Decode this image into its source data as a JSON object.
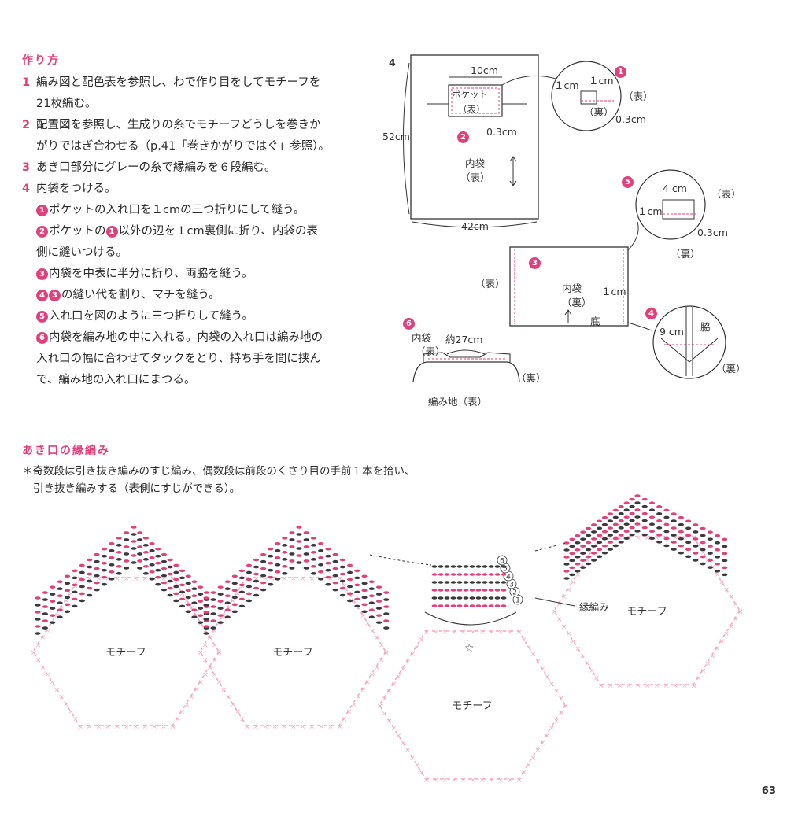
{
  "instructions": {
    "title": "作り方",
    "steps": [
      {
        "num": "1",
        "text": "編み図と配色表を参照し、わで作り目をしてモチーフを",
        "text2": "21枚編む。"
      },
      {
        "num": "2",
        "text": "配置図を参照し、生成りの糸でモチーフどうしを巻きか",
        "text2": "がりではぎ合わせる（p.41「巻きかがりではぐ」参照）。"
      },
      {
        "num": "3",
        "text": "あき口部分にグレーの糸で縁編みを６段編む。"
      },
      {
        "num": "4",
        "text": "内袋をつける。"
      }
    ],
    "substeps": [
      {
        "badge": "1",
        "text": "ポケットの入れ口を１cmの三つ折りにして縫う。"
      },
      {
        "badge": "2",
        "pre": "ポケットの",
        "badge_inline": "1",
        "text": "以外の辺を１cm裏側に折り、内袋の表",
        "text2": "側に縫いつける。"
      },
      {
        "badge": "3",
        "text": "内袋を中表に半分に折り、両脇を縫う。"
      },
      {
        "badge": "4",
        "badge2": "3",
        "text": "の縫い代を割り、マチを縫う。"
      },
      {
        "badge": "5",
        "text": "入れ口を図のように三つ折りして縫う。"
      },
      {
        "badge": "6",
        "text": "内袋を編み地の中に入れる。内袋の入れ口は編み地の",
        "text2": "入れ口の幅に合わせてタックをとり、持ち手を間に挟ん",
        "text3": "で、編み地の入れ口にまつる。"
      }
    ]
  },
  "diagrams": {
    "step4": {
      "num": "4",
      "pocket_width": "10cm",
      "pocket_label": "ポケット",
      "pocket_side": "（表）",
      "seam": "0.3cm",
      "height": "52cm",
      "width": "42cm",
      "bag_label": "内袋",
      "bag_side": "（表）",
      "marker": "2"
    },
    "detail1": {
      "num": "1",
      "a": "１cm",
      "b": "１cm",
      "front": "（表）",
      "back": "（裏）",
      "seam": "0.3cm"
    },
    "detail5": {
      "num": "5",
      "a": "4 cm",
      "b": "１cm",
      "front": "（表）",
      "back": "（裏）",
      "seam": "0.3cm"
    },
    "step3": {
      "num": "3",
      "front": "（表）",
      "bag_label": "内袋",
      "bag_side": "（裏）",
      "seam": "１cm",
      "bottom": "底"
    },
    "detail4": {
      "num": "4",
      "width": "9 cm",
      "side": "脇",
      "back": "（裏）"
    },
    "step6": {
      "num": "6",
      "inner": "内袋",
      "inner_side": "（表）",
      "approx": "約27cm",
      "back": "（裏）",
      "knit": "編み地（表）"
    }
  },
  "chart": {
    "title": "あき口の縁編み",
    "note1": "＊奇数段は引き抜き編みのすじ編み、偶数段は前段のくさり目の手前１本を拾い、",
    "note2": "引き抜き編みする（表側にすじができる）。",
    "motif_label": "モチーフ",
    "edging_label": "縁編み",
    "star": "☆",
    "rows": [
      "1",
      "2",
      "3",
      "4",
      "5",
      "6"
    ],
    "colors": {
      "pink": "#e2407d",
      "dark": "#3a3a3a",
      "light_pink": "#f2a6c3"
    }
  },
  "page": {
    "number": "63"
  }
}
